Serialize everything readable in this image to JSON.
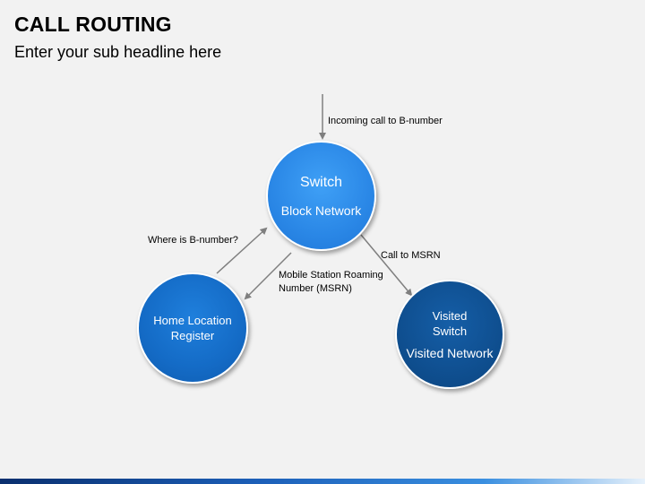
{
  "header": {
    "title": "CALL ROUTING",
    "subtitle": "Enter your sub headline here"
  },
  "nodes": {
    "switch": {
      "title": "Switch",
      "subtitle": "Block Network"
    },
    "hlr": {
      "line1": "Home Location",
      "line2": "Register"
    },
    "visited": {
      "line1": "Visited",
      "line2": "Switch",
      "subtitle": "Visited Network"
    }
  },
  "edges": {
    "incoming": "Incoming call to B-number",
    "where_is": "Where is B-number?",
    "msrn_line1": "Mobile Station Roaming",
    "msrn_line2": "Number (MSRN)",
    "call_to_msrn": "Call to MSRN"
  },
  "colors": {
    "background": "#f2f2f2",
    "switch_circle": "#2a87e6",
    "hlr_circle": "#146bc6",
    "visited_circle": "#0f4f90",
    "arrow": "#7f7f7f"
  }
}
